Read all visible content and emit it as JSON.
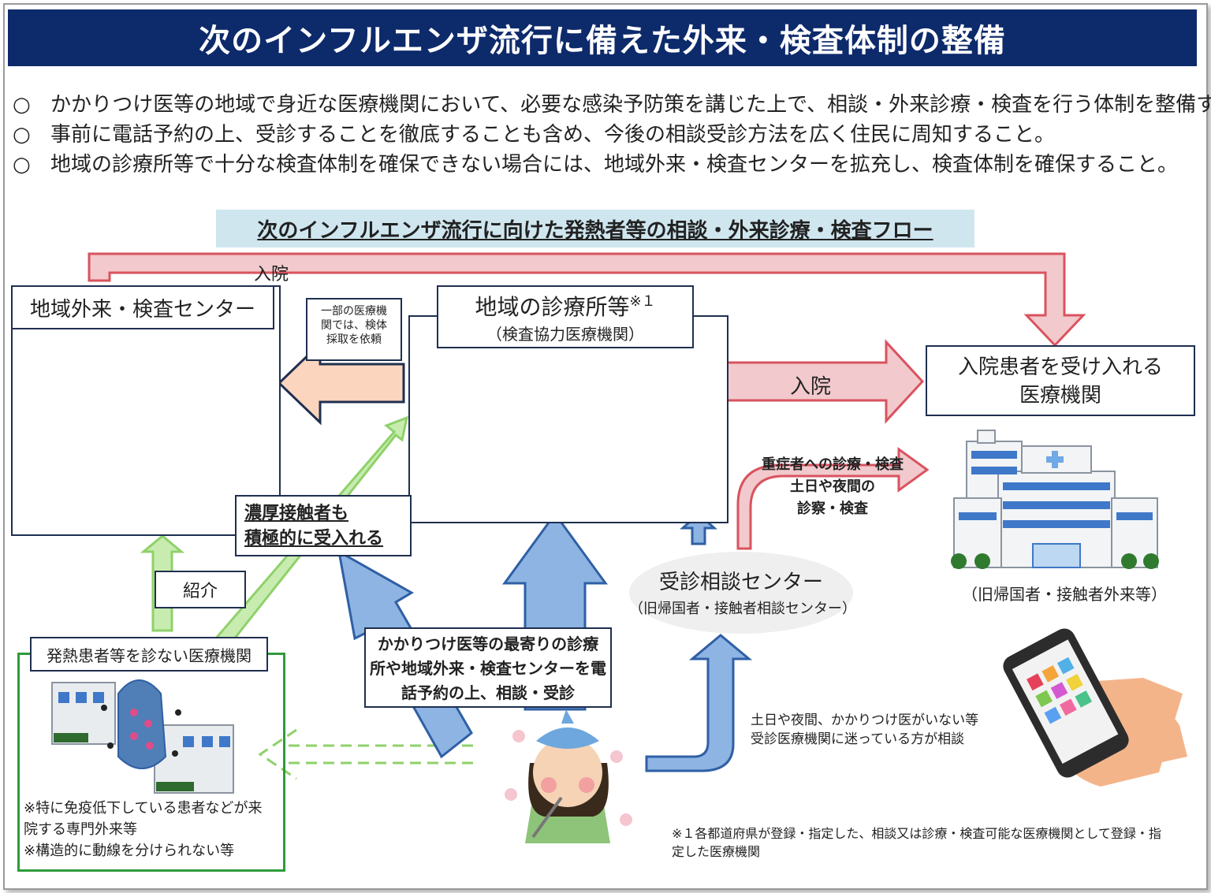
{
  "title": "次のインフルエンザ流行に備えた外来・検査体制の整備",
  "bullets": [
    {
      "marker": "○",
      "text": "かかりつけ医等の地域で身近な医療機関において、必要な感染予防策を講じた上で、相談・外来診療・検査を行う体制を整備する。"
    },
    {
      "marker": "○",
      "text": "事前に電話予約の上、受診することを徹底することも含め、今後の相談受診方法を広く住民に周知すること。"
    },
    {
      "marker": "○",
      "text": "地域の診療所等で十分な検査体制を確保できない場合には、地域外来・検査センターを拡充し、検査体制を確保すること。"
    }
  ],
  "flow_title": "次のインフルエンザ流行に向けた発熱者等の相談・外来診療・検査フロー",
  "nodes": {
    "center": "地域外来・検査センター",
    "clinic_title": "地域の診療所等",
    "clinic_note": "※１",
    "clinic_sub": "（検査協力医療機関）",
    "hospital_line1": "入院患者を受け入れる",
    "hospital_line2": "医療機関",
    "hospital_caption": "（旧帰国者・接触者外来等）",
    "consult_title": "受診相談センター",
    "consult_sub": "（旧帰国者・接触者相談センター）",
    "nonfever_title": "発熱患者等を診ない医療機関",
    "nonfever_note1": "※特に免疫低下している患者などが来",
    "nonfever_note2": "院する専門外来等",
    "nonfever_note3": "※構造的に動線を分けられない等"
  },
  "labels": {
    "admit_top": "入院",
    "admit_arrow": "入院",
    "sample_request": [
      "一部の医療機",
      "関では、検体",
      "採取を依頼"
    ],
    "close_contacts": [
      "濃厚接触者も",
      "積極的に受入れる"
    ],
    "referral": "紹介",
    "phone_booking": [
      "かかりつけ医等の最寄りの診療",
      "所や地域外来・検査センターを電",
      "話予約の上、相談・受診"
    ],
    "severe": [
      "重症者への診療・検査",
      "土日や夜間の",
      "診察・検査"
    ],
    "weekend_note": [
      "土日や夜間、かかりつけ医がいない等",
      "受診医療機関に迷っている方が相談"
    ],
    "footnote": [
      "※１各都道府県が登録・指定した、相談又は診療・検査可能な医療機関として登録・指",
      "定した医療機関"
    ]
  },
  "colors": {
    "title_bg": "#0d2a6b",
    "flow_title_bg": "#cfe6ef",
    "red_arrow": "#f2c9cc",
    "red_stroke": "#d9535f",
    "peach_arrow": "#fbd5bd",
    "blue_arrow": "#8db4e2",
    "blue_stroke": "#2f5fa5",
    "green": "#8fd16a",
    "green_border": "#2e9b3a"
  }
}
